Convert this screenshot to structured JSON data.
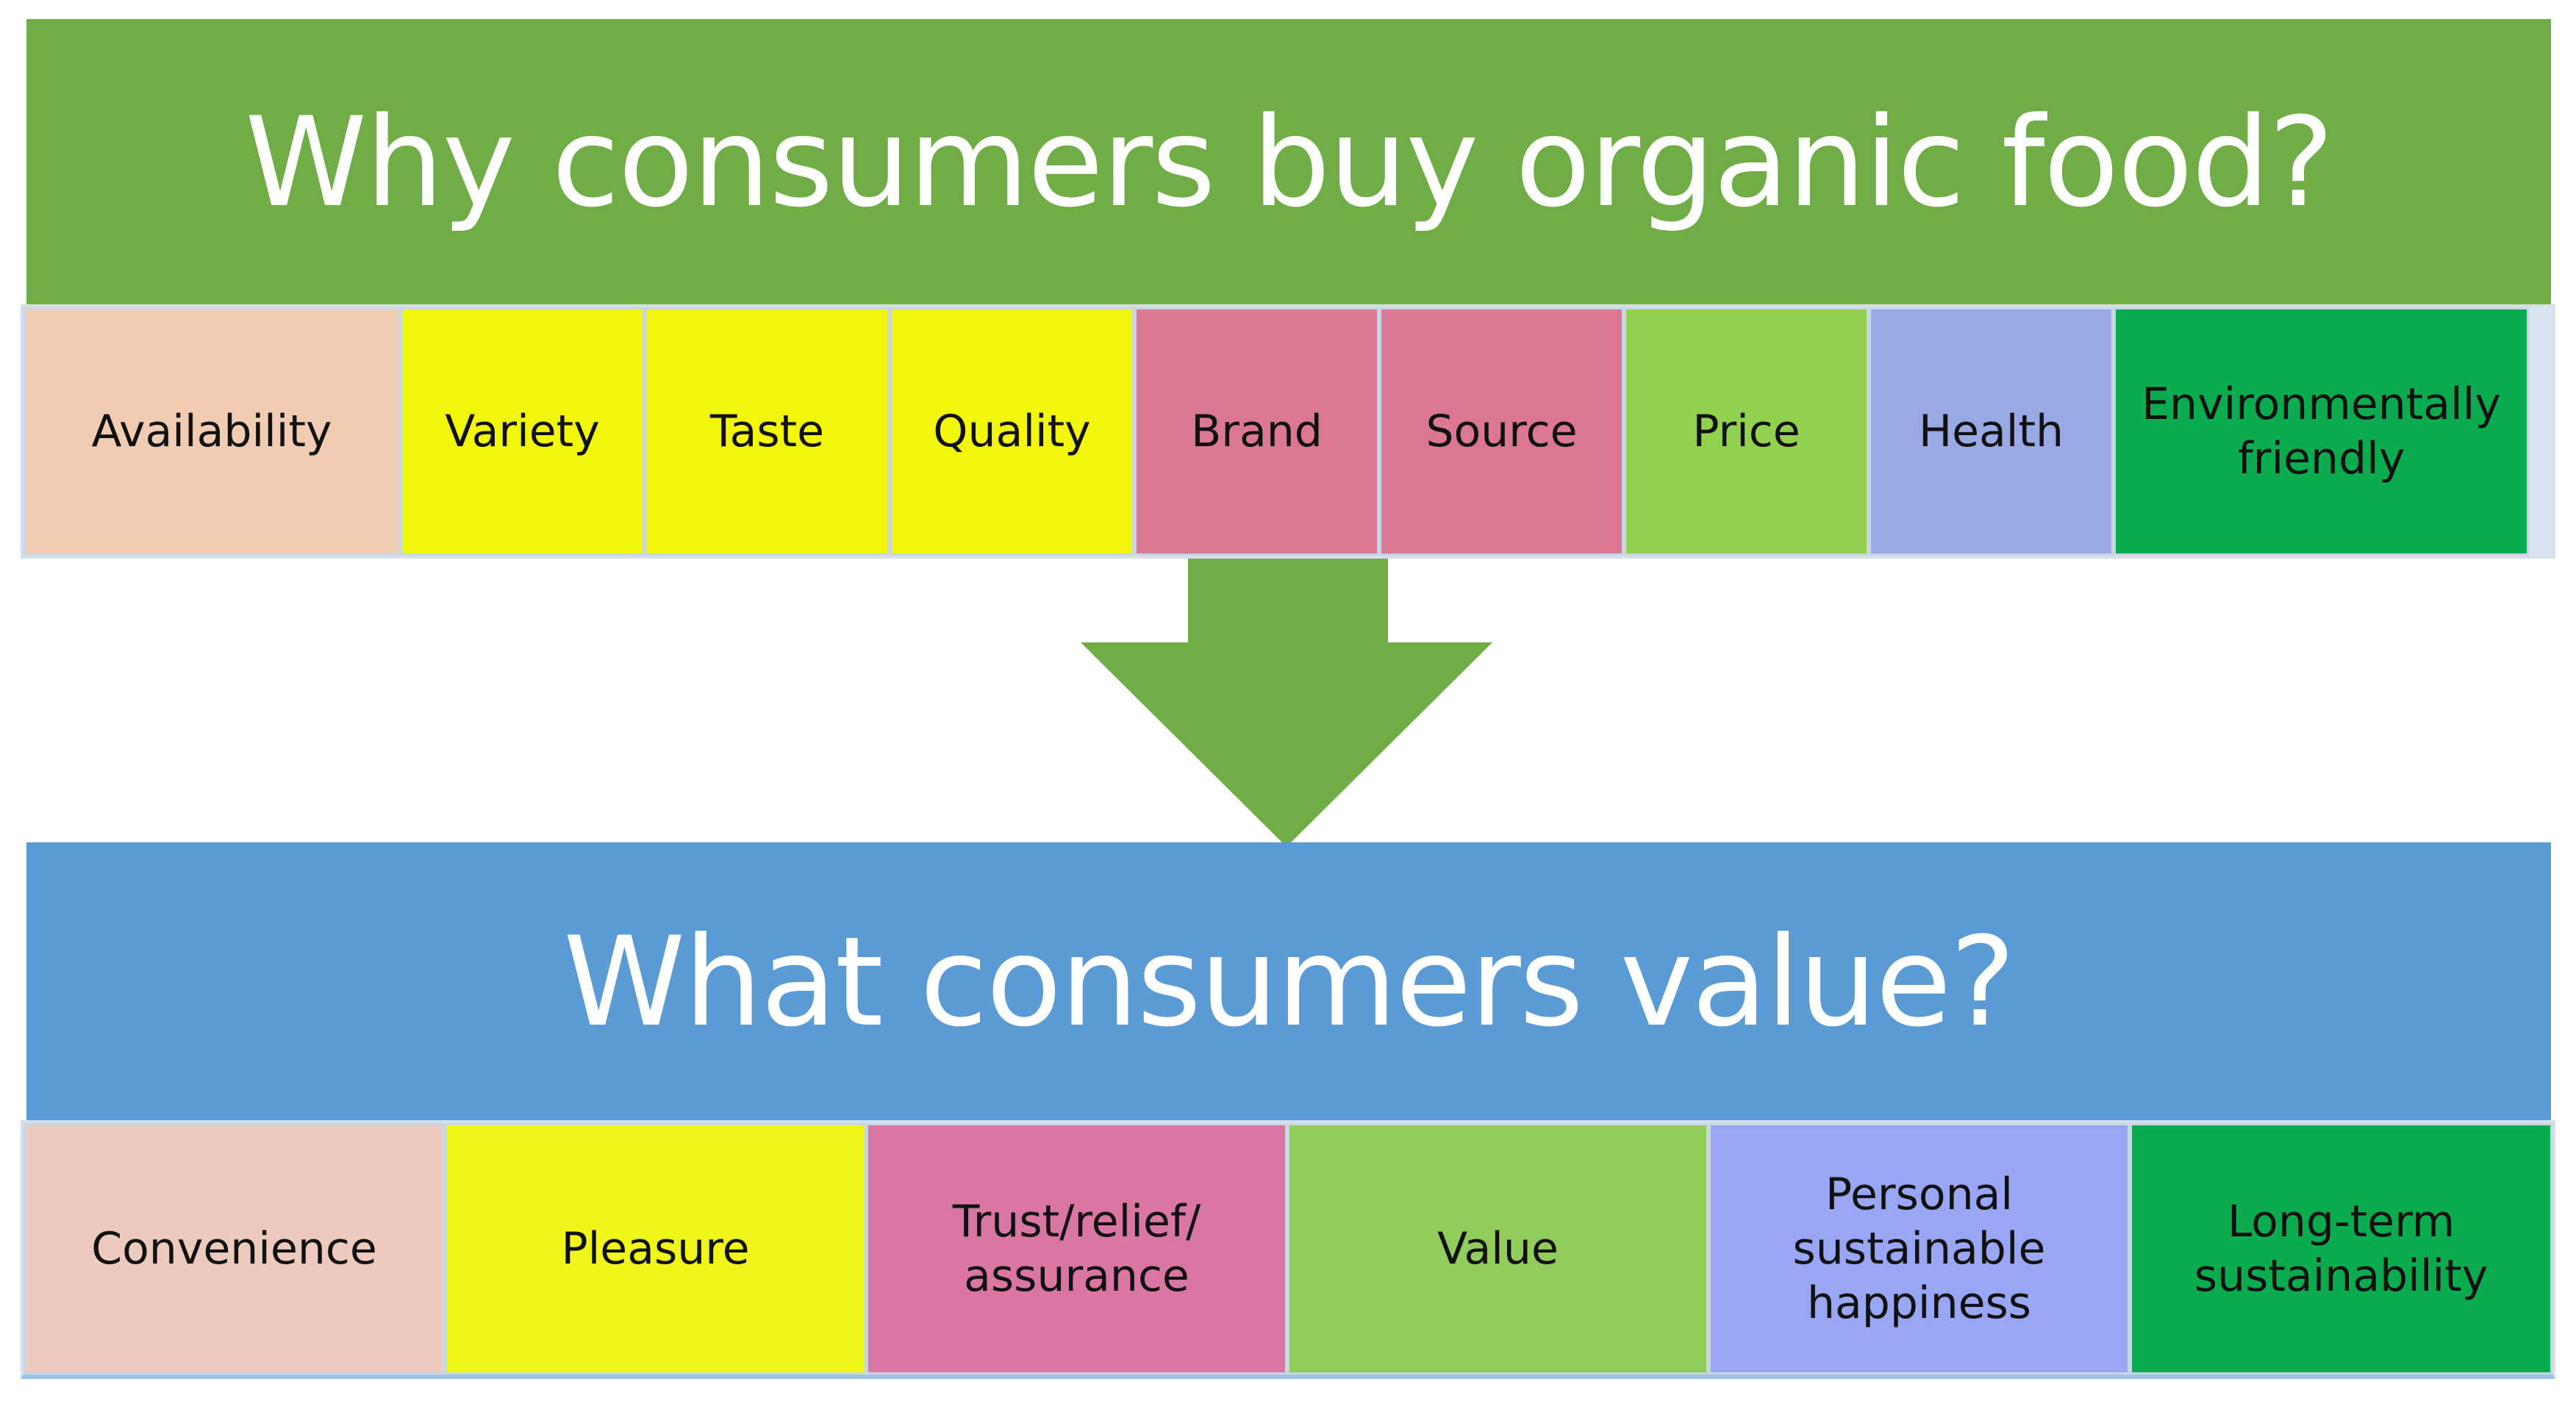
{
  "top_heading": "Why consumers buy organic food?",
  "bottom_heading": "What consumers value?",
  "top_items": [
    {
      "label": "Availability",
      "color": "#f0cdb2"
    },
    {
      "label": "Variety",
      "color": "#f2f60a"
    },
    {
      "label": "Taste",
      "color": "#f2f60a"
    },
    {
      "label": "Quality",
      "color": "#f2f60a"
    },
    {
      "label": "Brand",
      "color": "#da7892"
    },
    {
      "label": "Source",
      "color": "#da7892"
    },
    {
      "label": "Price",
      "color": "#92d050"
    },
    {
      "label": "Health",
      "color": "#99a9e4"
    },
    {
      "label": "Environmentally friendly",
      "color": "#0bac50"
    }
  ],
  "bottom_items": [
    {
      "label": "Convenience",
      "color": "#eccabd"
    },
    {
      "label": "Pleasure",
      "color": "#f0f61a"
    },
    {
      "label": "Trust/relief/assurance",
      "color": "#da76a2"
    },
    {
      "label": "Value",
      "color": "#92cc5c"
    },
    {
      "label": "Personal sustainable happiness",
      "color": "#98a6f4"
    },
    {
      "label": "Long-term sustainability",
      "color": "#0bac50"
    }
  ],
  "arrow_color": "#70ad47",
  "icons": [
    "down-arrow-icon"
  ]
}
